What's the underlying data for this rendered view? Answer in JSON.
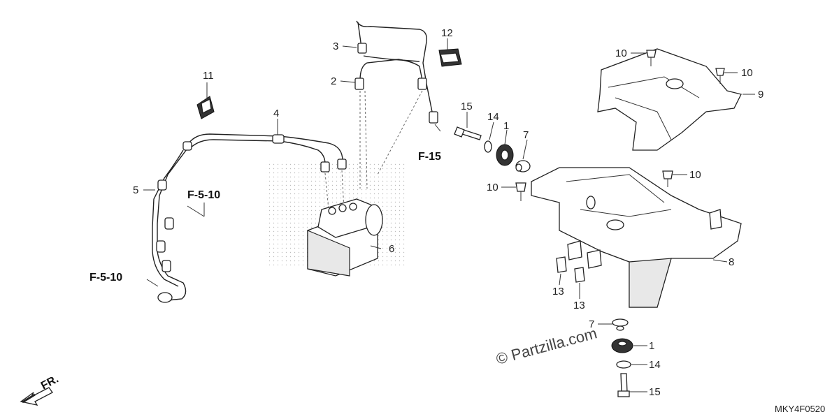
{
  "callouts": {
    "c1a": "1",
    "c1b": "1",
    "c2": "2",
    "c3": "3",
    "c4": "4",
    "c5": "5",
    "c6": "6",
    "c7a": "7",
    "c7b": "7",
    "c8": "8",
    "c9": "9",
    "c10a": "10",
    "c10b": "10",
    "c10c": "10",
    "c10d": "10",
    "c11": "11",
    "c12": "12",
    "c13a": "13",
    "c13b": "13",
    "c14a": "14",
    "c14b": "14",
    "c15a": "15",
    "c15b": "15"
  },
  "refs": {
    "f15": "F-15",
    "f510_upper": "F-5-10",
    "f510_lower": "F-5-10"
  },
  "watermark": "© Partzilla.com",
  "diagram_code": "MKY4F0520",
  "front_label": "FR."
}
